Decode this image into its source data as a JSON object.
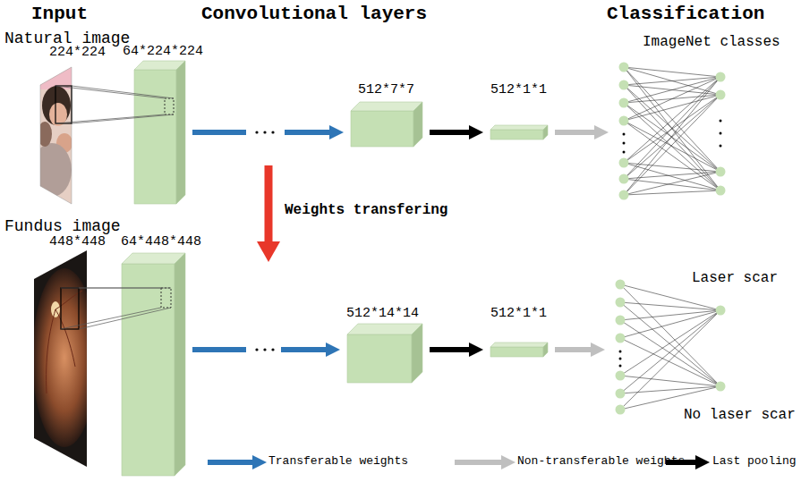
{
  "diagram": {
    "nodes": [
      {
        "text": [
          "Natural image",
          "224*224"
        ]
      },
      {
        "text": [
          "64*224*224"
        ]
      },
      {
        "text": [
          "512*7*7"
        ]
      },
      {
        "text": [
          "512*1*1"
        ]
      },
      {
        "text": [
          "ImageNet classes"
        ]
      },
      {
        "text": [
          "Fundus image",
          "448*448"
        ]
      },
      {
        "text": [
          "64*448*448"
        ]
      },
      {
        "text": [
          "512*14*14"
        ]
      },
      {
        "text": [
          "512*1*1"
        ]
      },
      {
        "text": [
          "Laser scar",
          "No laser scar"
        ]
      }
    ],
    "edges": [
      {
        "from": 1,
        "to": 2,
        "arrow": "to"
      },
      {
        "from": 2,
        "to": 3,
        "arrow": "to"
      },
      {
        "from": 3,
        "to": 4,
        "arrow": "to"
      },
      {
        "from": 6,
        "to": 7,
        "arrow": "to"
      },
      {
        "from": 7,
        "to": 8,
        "arrow": "to"
      },
      {
        "from": 8,
        "to": 9,
        "arrow": "to"
      }
    ],
    "labels": [
      "Input",
      "Convolutional layers",
      "Classification",
      "Weights transfering"
    ],
    "legend": [
      {
        "text": "Transferable weights"
      },
      {
        "text": "Non-transferable weights"
      },
      {
        "text": "Last pooling"
      }
    ]
  }
}
